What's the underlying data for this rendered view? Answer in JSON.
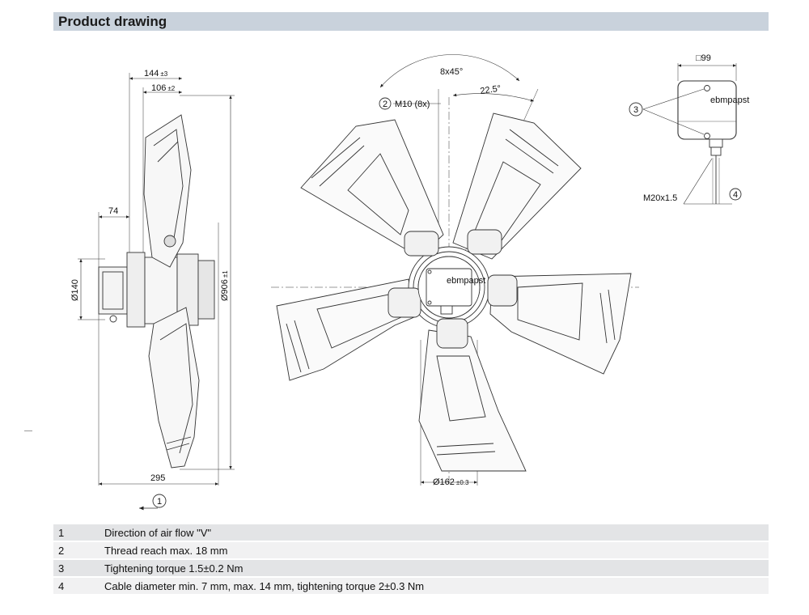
{
  "header": {
    "title": "Product drawing"
  },
  "side_view": {
    "dim_144": "144",
    "dim_144_tol": "±3",
    "dim_106": "106",
    "dim_106_tol": "±2",
    "dim_74": "74",
    "dim_140": "Ø140",
    "dim_906": "Ø906",
    "dim_906_tol": "±1",
    "dim_295": "295",
    "callout_1": "1"
  },
  "front_view": {
    "dim_8x45": "8x45°",
    "dim_22_5": "22.5°",
    "callout_2": "2",
    "dim_m10": "M10 (8x)",
    "dim_162": "Ø162",
    "dim_162_tol": "±0.3",
    "brand_label": "ebmpapst"
  },
  "terminal_box": {
    "dim_99": "□99",
    "callout_3": "3",
    "dim_m20": "M20x1.5",
    "callout_4": "4",
    "brand_label": "ebmpapst"
  },
  "notes": [
    {
      "num": "1",
      "text": "Direction of air flow \"V\""
    },
    {
      "num": "2",
      "text": "Thread reach max. 18 mm"
    },
    {
      "num": "3",
      "text": "Tightening torque 1.5±0.2 Nm"
    },
    {
      "num": "4",
      "text": "Cable diameter min. 7 mm, max. 14 mm, tightening torque 2±0.3 Nm"
    }
  ]
}
